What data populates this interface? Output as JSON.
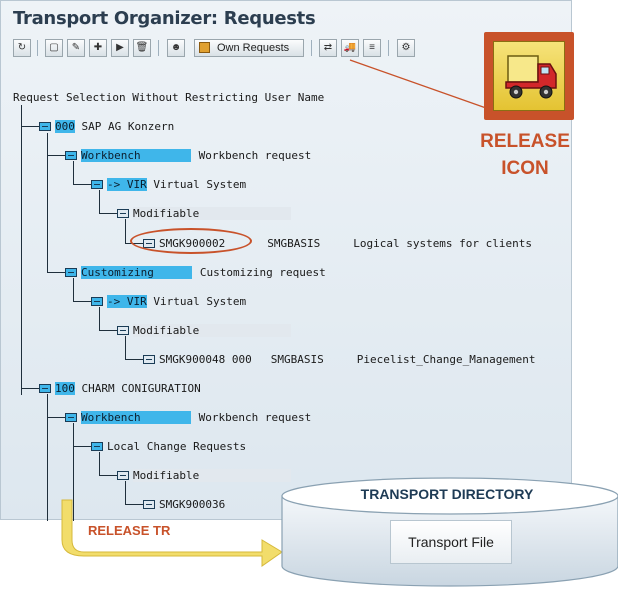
{
  "title": "Transport Organizer: Requests",
  "toolbar": {
    "own_requests_label": "Own Requests"
  },
  "tree": {
    "header": "Request Selection Without Restricting User Name",
    "n000_code": "000",
    "n000_label": "SAP AG Konzern",
    "wb1_label": "Workbench",
    "wb1_desc": "Workbench request",
    "vir1_label": "-> VIR",
    "vir1_desc": "Virtual System",
    "mod1_label": "Modifiable",
    "req1_id": "SMGK900002",
    "req1_owner": "SMGBASIS",
    "req1_desc": "Logical systems for clients",
    "cust_label": "Customizing",
    "cust_desc": "Customizing request",
    "vir2_label": "-> VIR",
    "vir2_desc": "Virtual System",
    "mod2_label": "Modifiable",
    "req2_id": "SMGK900048 000",
    "req2_owner": "SMGBASIS",
    "req2_desc": "Piecelist_Change_Management",
    "n100_code": "100",
    "n100_label": "CHARM CONIGURATION",
    "wb2_label": "Workbench",
    "wb2_desc": "Workbench request",
    "local_label": "Local Change Requests",
    "mod3_label": "Modifiable",
    "req3_id": "SMGK900036"
  },
  "callout": {
    "line1": "RELEASE",
    "line2": "ICON"
  },
  "flow": {
    "release_tr": "RELEASE TR",
    "directory": "TRANSPORT DIRECTORY",
    "file": "Transport File"
  },
  "colors": {
    "accent": "#c8522a",
    "highlight": "#3fb6ea",
    "arrow": "#f2dd6b"
  }
}
